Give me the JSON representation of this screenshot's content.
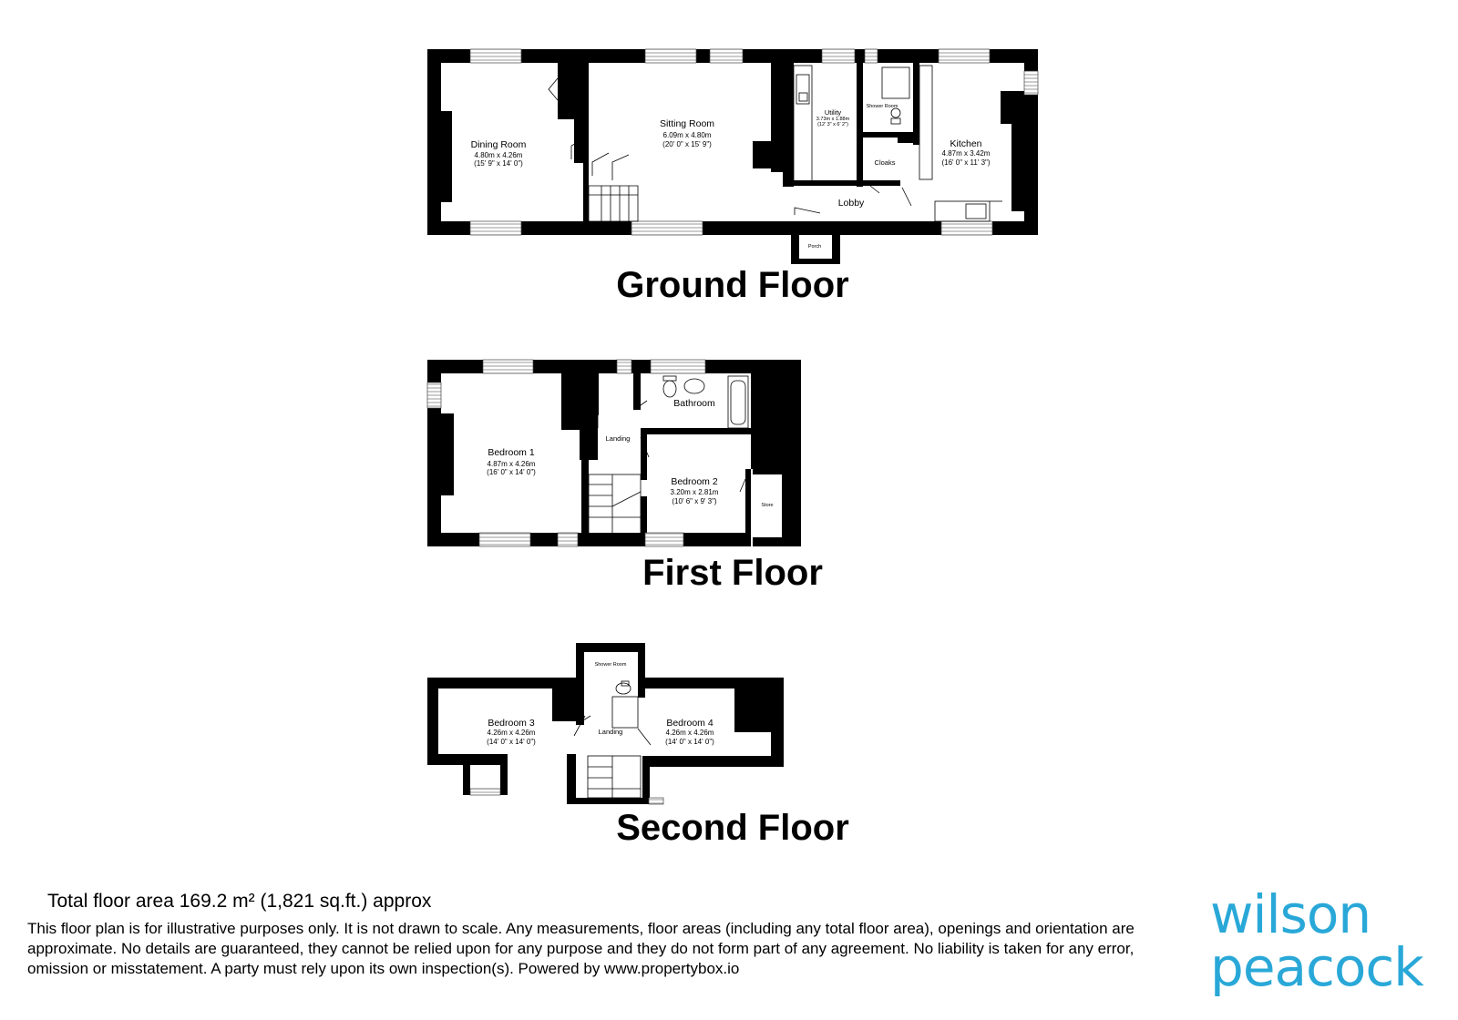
{
  "floors": {
    "ground": {
      "title": "Ground Floor",
      "rooms": {
        "dining": {
          "name": "Dining Room",
          "metric": "4.80m x 4.26m",
          "imperial": "(15' 9\" x 14' 0\")"
        },
        "sitting": {
          "name": "Sitting Room",
          "metric": "6.09m x 4.80m",
          "imperial": "(20' 0\" x 15' 9\")"
        },
        "utility": {
          "name": "Utility",
          "metric": "3.73m x 1.88m",
          "imperial": "(12' 3\" x 6' 2\")"
        },
        "shower": {
          "name": "Shower Room"
        },
        "cloaks": {
          "name": "Cloaks"
        },
        "kitchen": {
          "name": "Kitchen",
          "metric": "4.87m x 3.42m",
          "imperial": "(16' 0\" x 11' 3\")"
        },
        "lobby": {
          "name": "Lobby"
        },
        "porch": {
          "name": "Porch"
        }
      }
    },
    "first": {
      "title": "First Floor",
      "rooms": {
        "bedroom1": {
          "name": "Bedroom 1",
          "metric": "4.87m x 4.26m",
          "imperial": "(16' 0\" x 14' 0\")"
        },
        "landing": {
          "name": "Landing"
        },
        "bathroom": {
          "name": "Bathroom"
        },
        "bedroom2": {
          "name": "Bedroom 2",
          "metric": "3.20m x 2.81m",
          "imperial": "(10' 6\" x 9' 3\")"
        },
        "store": {
          "name": "Store"
        }
      }
    },
    "second": {
      "title": "Second Floor",
      "rooms": {
        "bedroom3": {
          "name": "Bedroom 3",
          "metric": "4.26m x 4.26m",
          "imperial": "(14' 0\" x 14' 0\")"
        },
        "shower": {
          "name": "Shower Room"
        },
        "landing": {
          "name": "Landing"
        },
        "bedroom4": {
          "name": "Bedroom 4",
          "metric": "4.26m x 4.26m",
          "imperial": "(14' 0\" x 14' 0\")"
        }
      }
    }
  },
  "footer": {
    "total_area": "Total floor area 169.2 m² (1,821 sq.ft.) approx",
    "disclaimer": "This floor plan is for illustrative purposes only. It is not drawn to scale. Any measurements, floor areas (including any total floor area), openings and orientation are approximate. No details are guaranteed, they cannot be relied upon for any purpose and they do not form part of any agreement. No liability is taken for any error, omission or misstatement. A party must rely upon its own inspection(s). Powered by www.propertybox.io"
  },
  "logo": {
    "line1": "wilson",
    "line2": "peacock"
  },
  "colors": {
    "wall": "#000000",
    "logo": "#29a8d8"
  }
}
